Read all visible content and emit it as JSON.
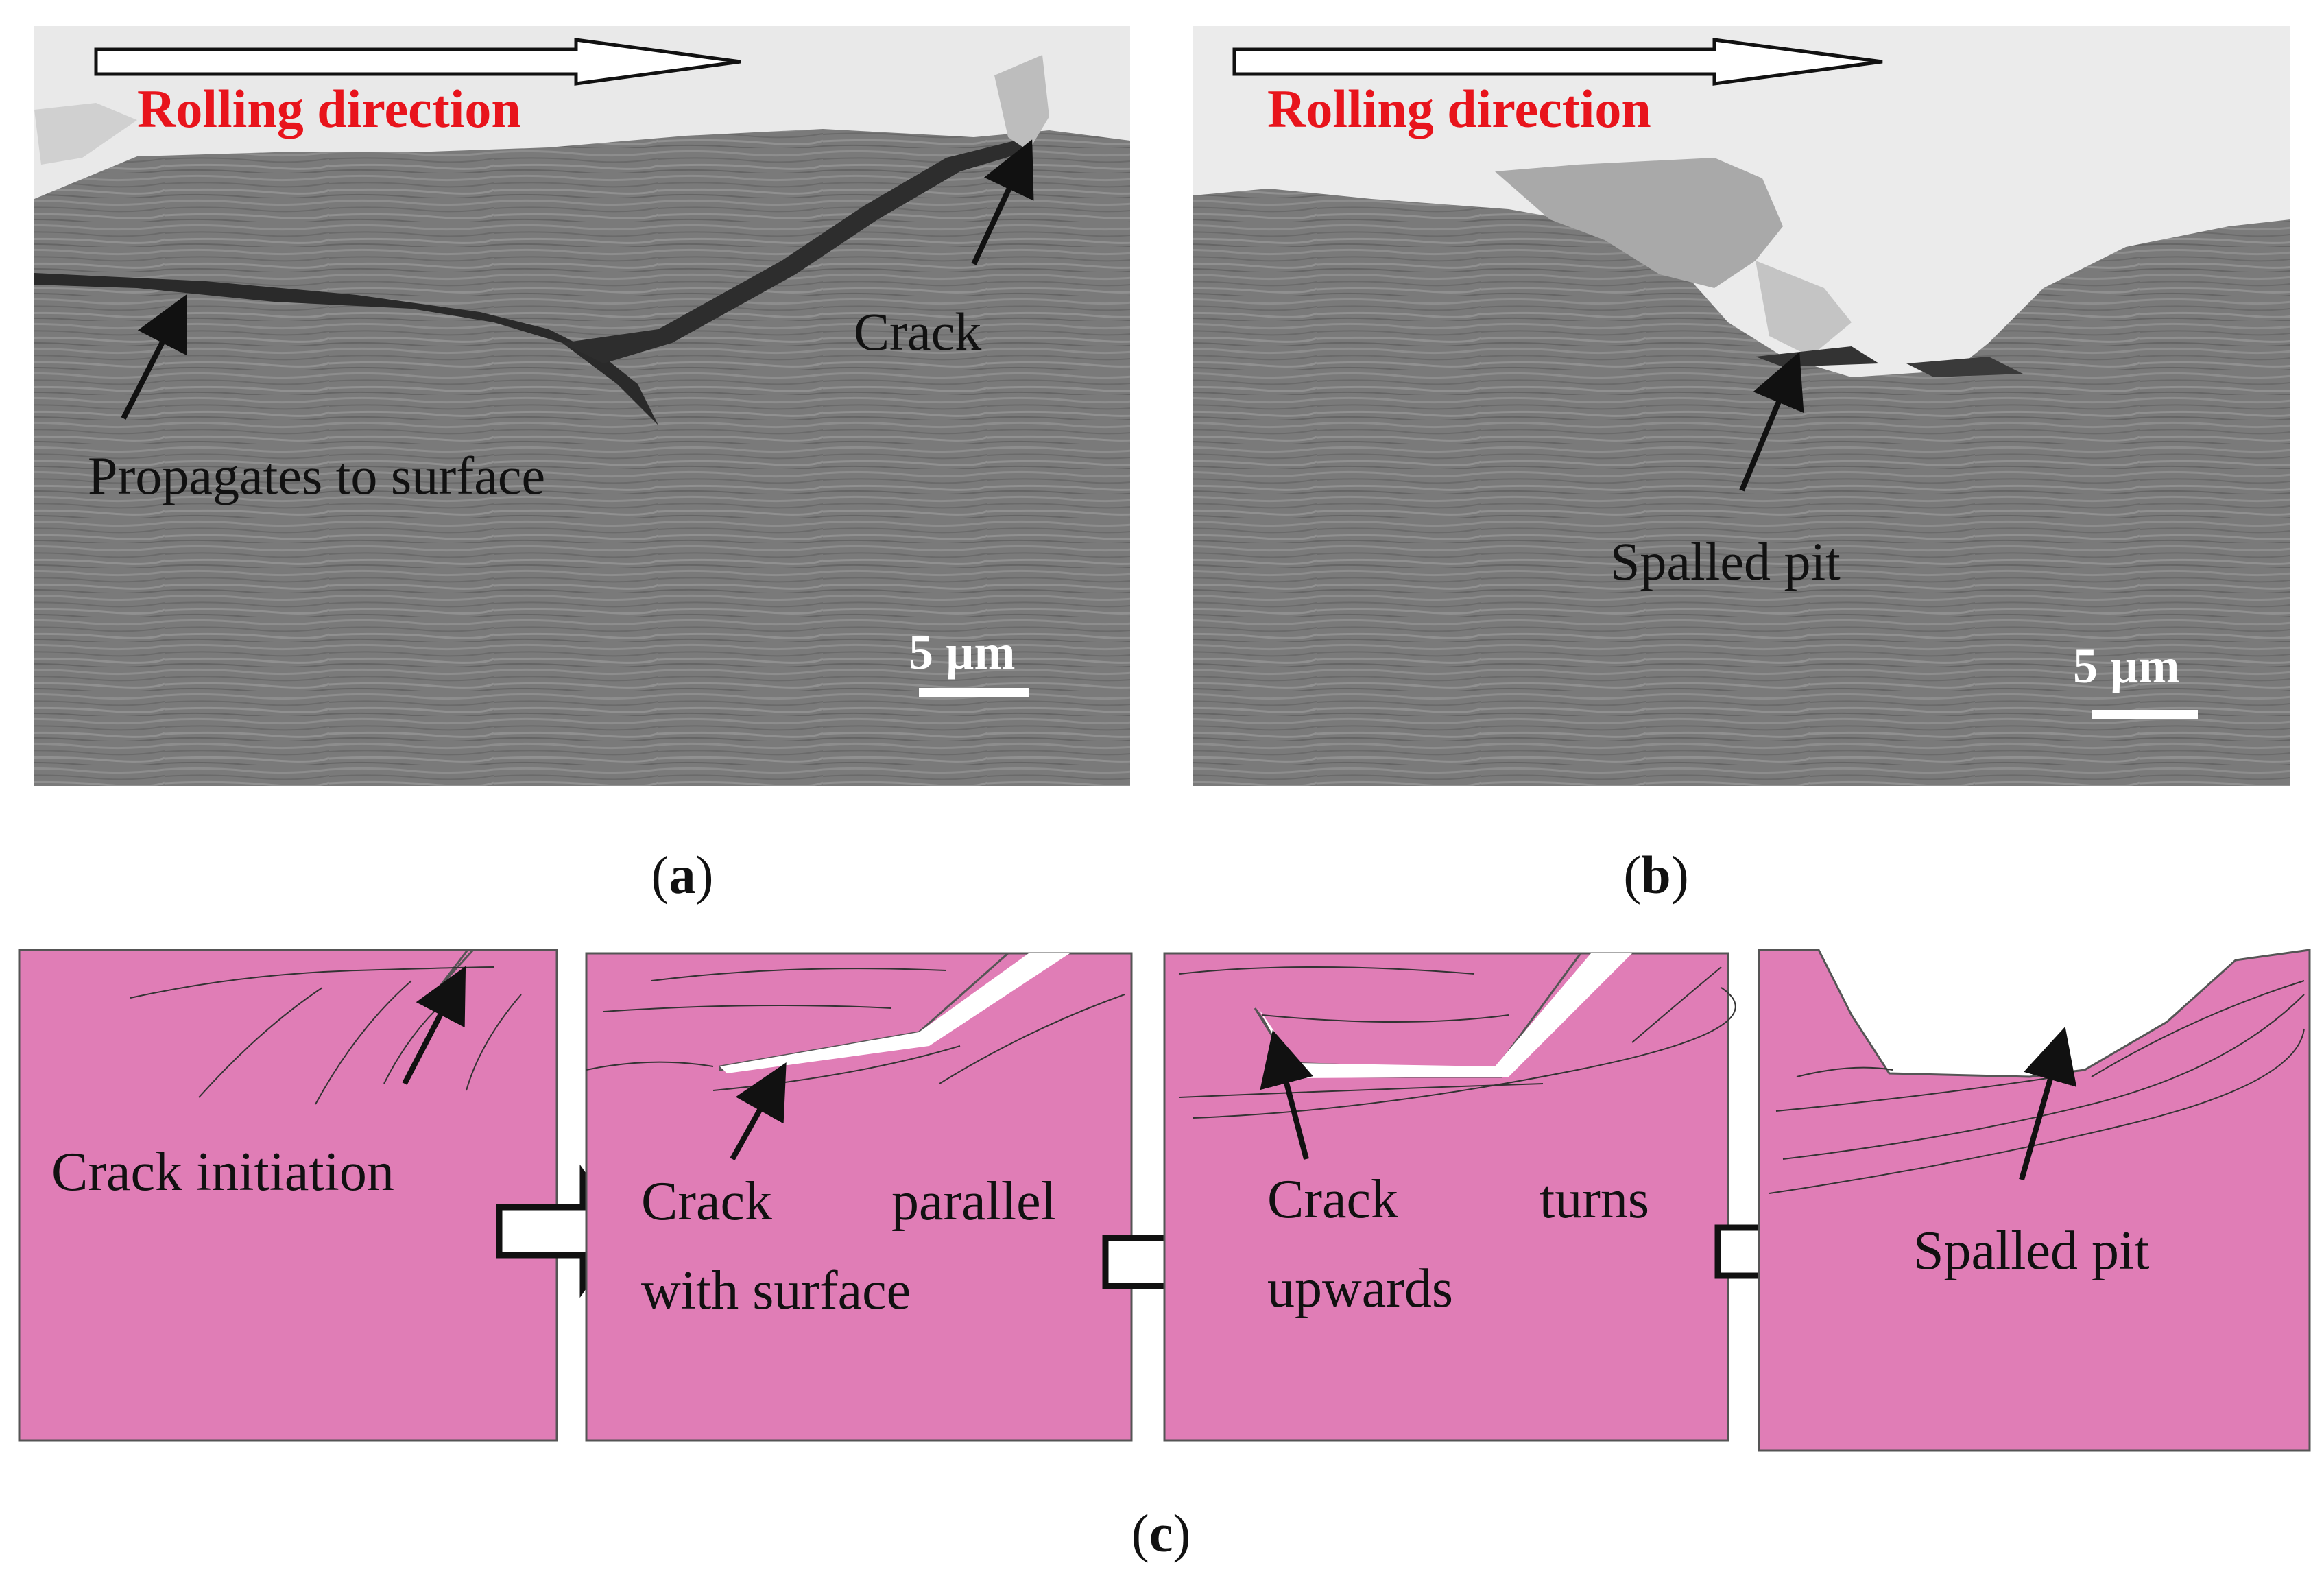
{
  "colors": {
    "sem_light": "#ececec",
    "sem_dark": "#777777",
    "pink": "#e07db6",
    "label_red": "#e8141c",
    "arrow": "#111111"
  },
  "panel_a": {
    "rolling_label": "Rolling direction",
    "crack_label": "Crack",
    "propagate_label": "Propagates to surface",
    "scale_label": "5 µm",
    "caption_letter": "a"
  },
  "panel_b": {
    "rolling_label": "Rolling direction",
    "pit_label": "Spalled pit",
    "scale_label": "5 µm",
    "caption_letter": "b"
  },
  "panel_c": {
    "caption_letter": "c",
    "stages": [
      {
        "label_lines": [
          "Crack initiation"
        ]
      },
      {
        "label_lines": [
          "Crack",
          "parallel",
          "with surface"
        ]
      },
      {
        "label_lines": [
          "Crack",
          "turns",
          "upwards"
        ]
      },
      {
        "label_lines": [
          "Spalled pit"
        ]
      }
    ]
  }
}
